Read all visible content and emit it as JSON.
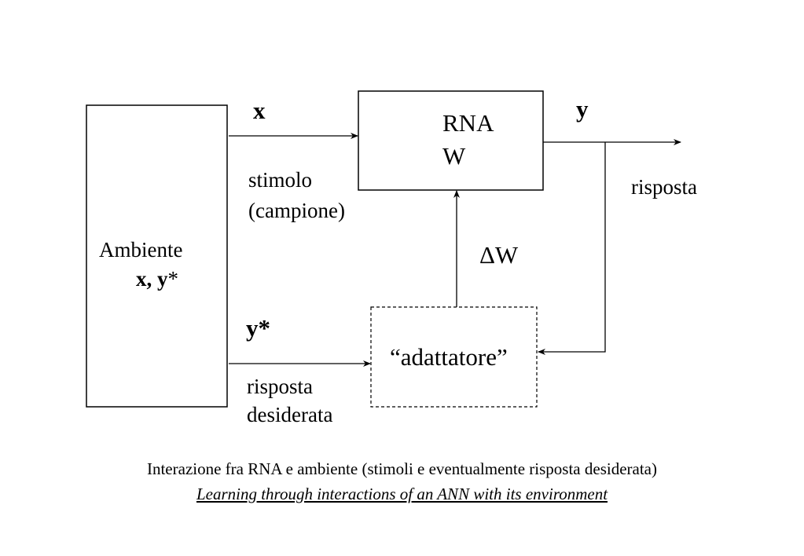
{
  "diagram": {
    "environment": {
      "title": "Ambiente",
      "vars_bold": "x, y",
      "vars_star": "*"
    },
    "network": {
      "line1": "RNA",
      "line2": "W"
    },
    "adapter": {
      "label": "“adattatore”"
    },
    "signals": {
      "x_label": "x",
      "x_desc_line1": "stimolo",
      "x_desc_line2": "(campione)",
      "y_label": "y",
      "y_desc": "risposta",
      "ystar_label": "y*",
      "ystar_desc_line1": "risposta",
      "ystar_desc_line2": "desiderata",
      "delta_label": "ΔW"
    }
  },
  "caption": {
    "italian": "Interazione fra RNA e ambiente (stimoli e eventualmente risposta desiderata)",
    "english": "Learning through interactions of an ANN with its environment "
  }
}
